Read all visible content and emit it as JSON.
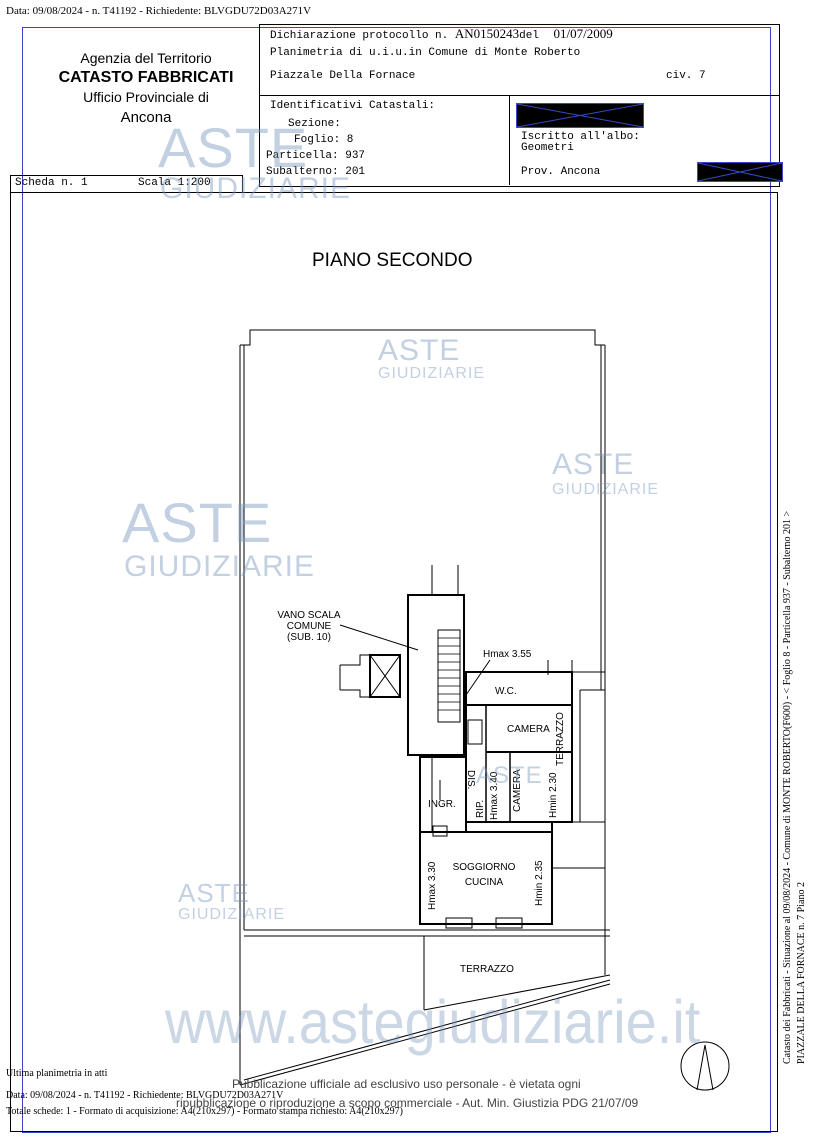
{
  "header_line": "Data: 09/08/2024 - n. T41192 - Richiedente: BLVGDU72D03A271V",
  "agency": {
    "line1": "Agenzia del Territorio",
    "line2": "CATASTO FABBRICATI",
    "line3": "Ufficio Provinciale di",
    "line4": "Ancona"
  },
  "protocol": {
    "label": "Dichiarazione protocollo n.",
    "number": "AN0150243",
    "del_label": "del",
    "date": "01/07/2009"
  },
  "plan_title": "Planimetria di u.i.u.in Comune di Monte Roberto",
  "address": "Piazzale Della Fornace",
  "civ": "civ. 7",
  "identificativi": {
    "title": "Identificativi Catastali:",
    "sezione": "Sezione:",
    "foglio": "Foglio: 8",
    "particella": "Particella: 937",
    "subalterno": "Subalterno: 201"
  },
  "compilata": {
    "iscritto": "Iscritto all'albo:",
    "geometri": "Geometri",
    "prov": "Prov. Ancona"
  },
  "scheda": "Scheda n. 1",
  "scala": "Scala 1:200",
  "floor_title": "PIANO SECONDO",
  "rooms": {
    "vano_scala_1": "VANO SCALA",
    "vano_scala_2": "COMUNE",
    "vano_scala_3": "(SUB. 10)",
    "hmax_355": "Hmax 3.55",
    "wc": "W.C.",
    "camera1": "CAMERA",
    "terrazzo_side": "TERRAZZO",
    "dis": "DIS.",
    "rip": "RIP.",
    "hmax_340": "Hmax 3.40",
    "camera2": "CAMERA",
    "hmin_230": "Hmin 2.30",
    "ingr": "INGR.",
    "soggiorno_1": "SOGGIORNO",
    "soggiorno_2": "CUCINA",
    "hmax_330": "Hmax 3.30",
    "hmin_235": "Hmin 2.35",
    "terrazzo_bottom": "TERRAZZO"
  },
  "watermarks": {
    "aste": "ASTE",
    "giudiziarie": "GIUDIZIARIE",
    "site": "www.astegiudiziarie.it"
  },
  "publication_line1": "Pubblicazione ufficiale ad esclusivo uso personale - è vietata ogni",
  "publication_line2": "ripubblicazione o riproduzione a scopo commerciale - Aut. Min. Giustizia PDG 21/07/09",
  "footer": {
    "ultima": "Ultima planimetria in atti",
    "data_line": "Data: 09/08/2024 - n. T41192 - Richiedente: BLVGDU72D03A271V",
    "totale": "Totale schede: 1 - Formato di acquisizione: A4(210x297) - Formato stampa richiesto: A4(210x297)"
  },
  "side_text": {
    "line1": "Catasto dei Fabbricati - Situazione al 09/08/2024 - Comune di MONTE ROBERTO(F600) - < Foglio 8 - Particella 937 - Subalterno 201 >",
    "line2": "PIAZZALE DELLA FORNACE n. 7 Piano 2"
  },
  "colors": {
    "ink": "#000000",
    "frame_blue": "#3848c8",
    "watermark": "#7896be"
  }
}
